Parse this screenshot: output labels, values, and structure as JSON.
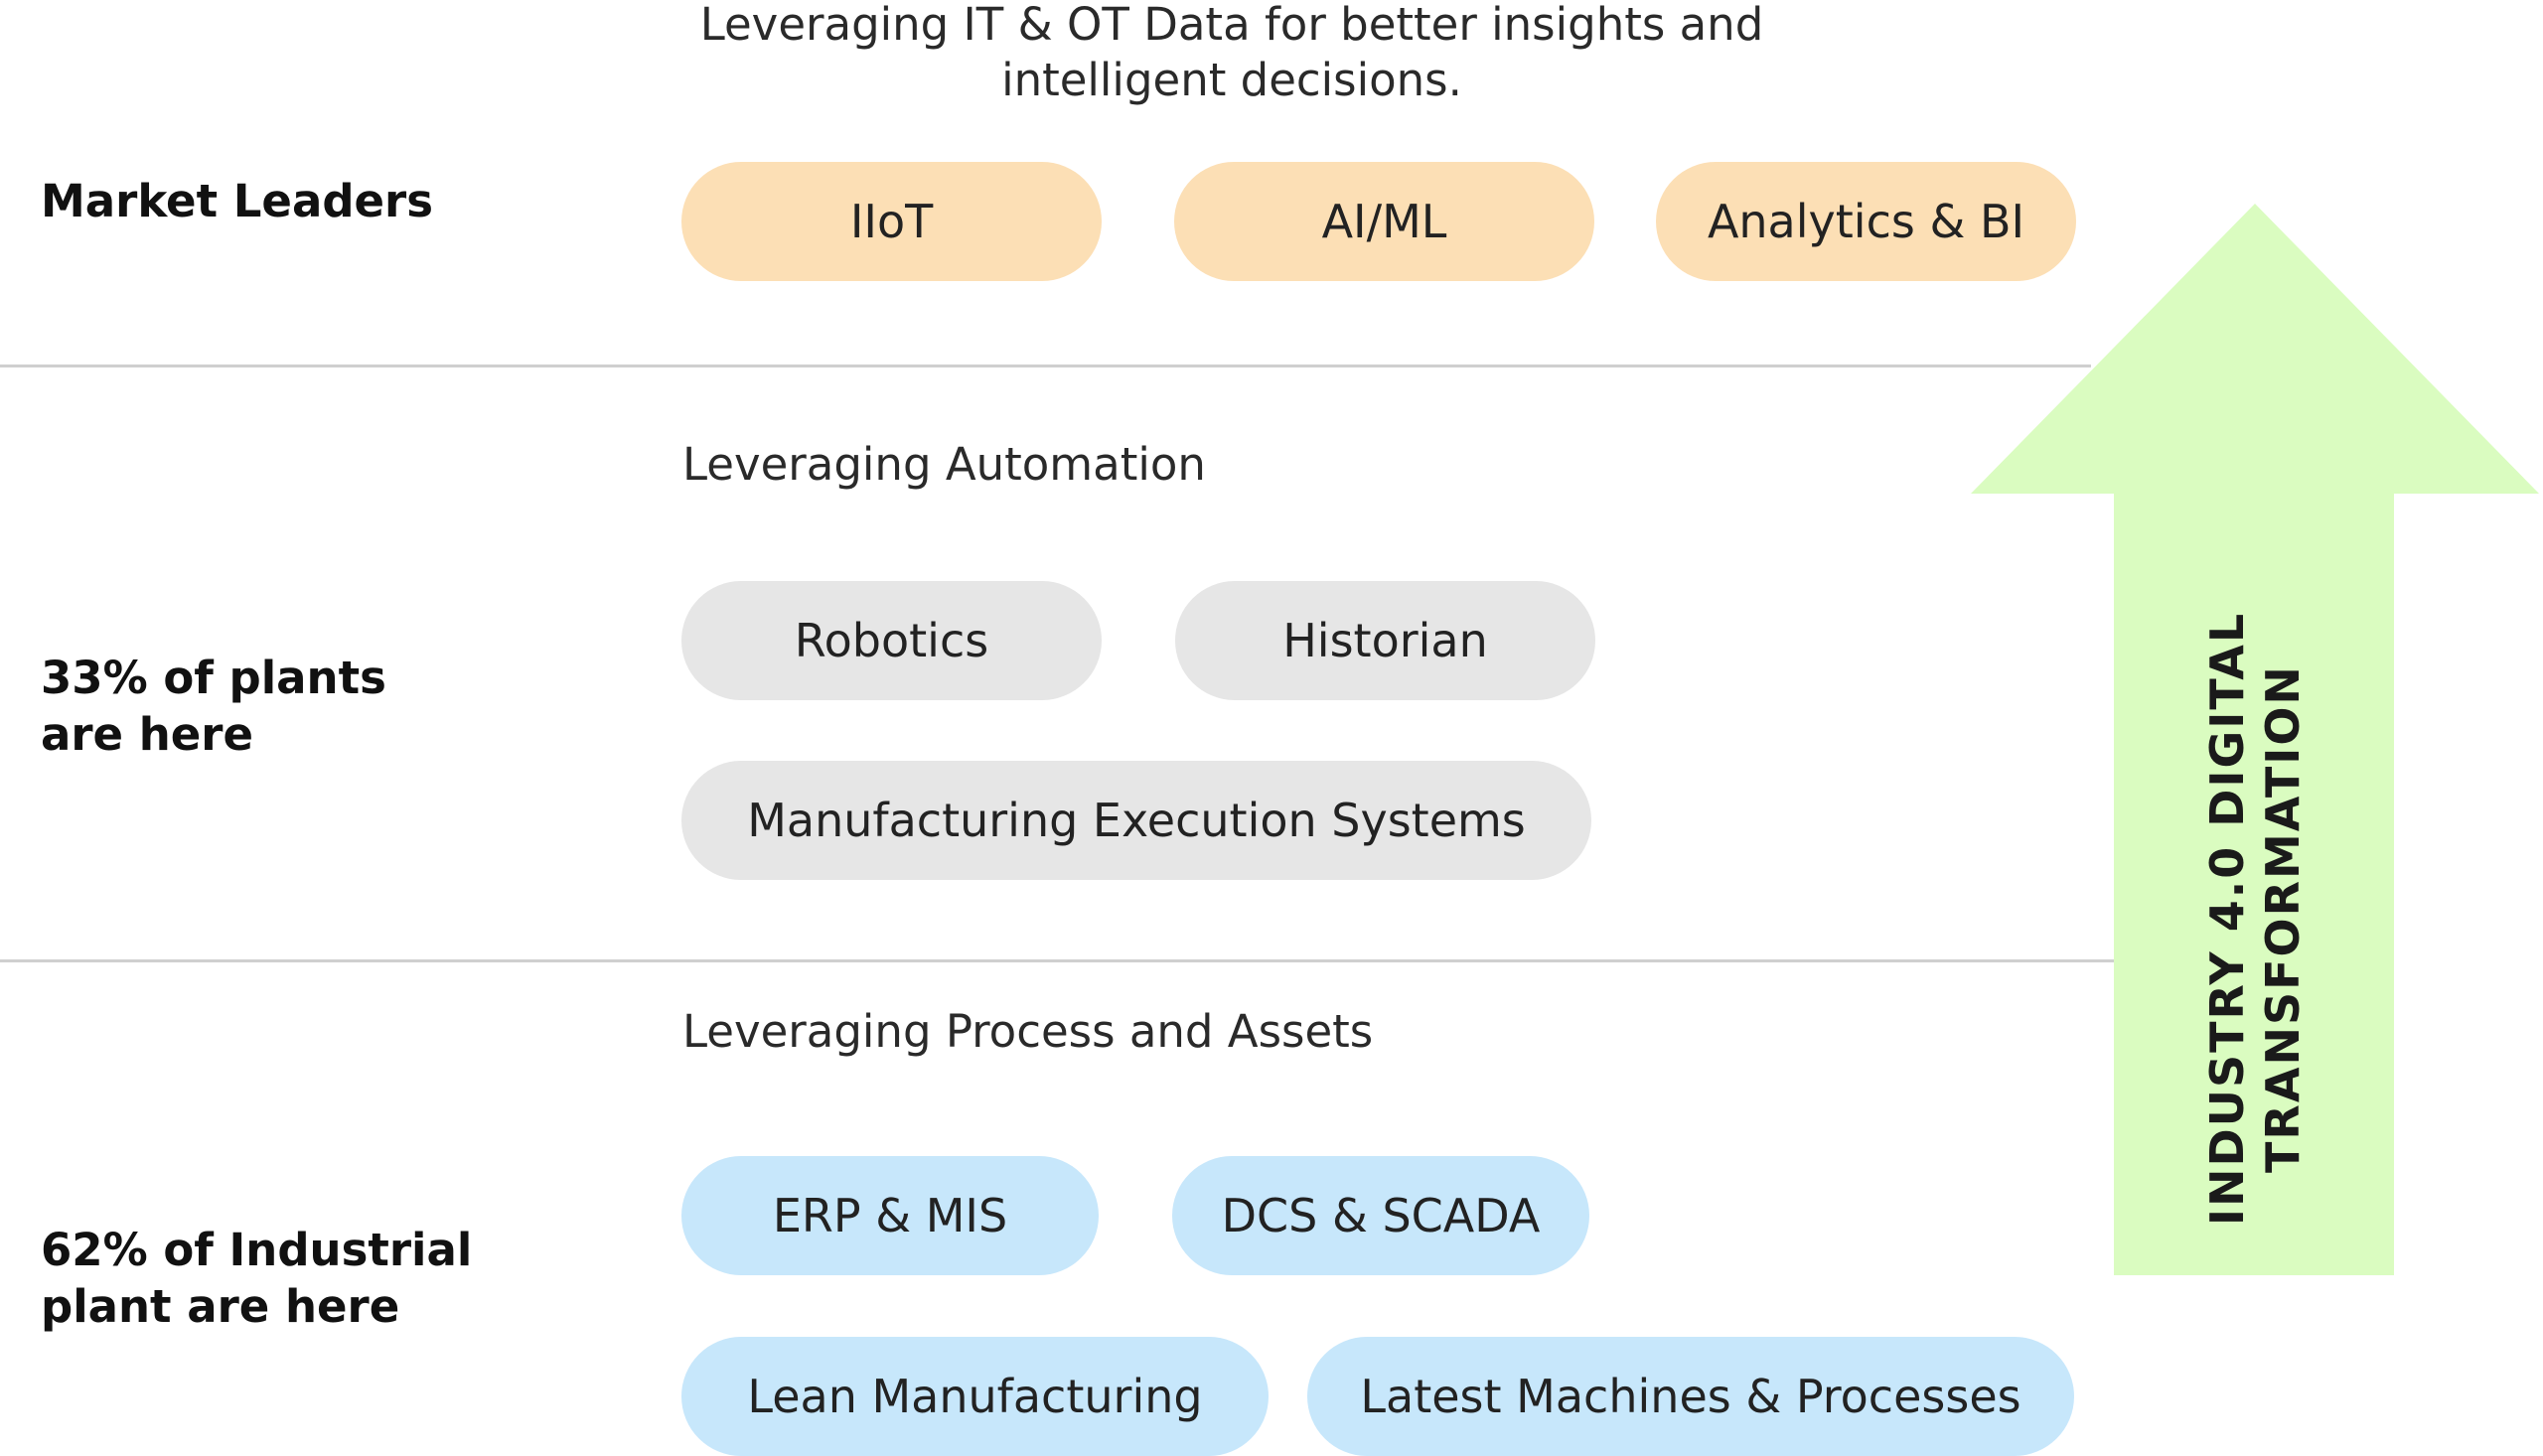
{
  "colors": {
    "top_pill": "#FCDFB5",
    "middle_pill": "#E6E6E6",
    "bottom_pill": "#C7E7FB",
    "arrow": "#DAFCC0",
    "divider": "#CFCFCF"
  },
  "tiers": {
    "market_leaders": {
      "label": "Market Leaders",
      "title_line1": "Leveraging IT & OT Data for better insights and",
      "title_line2": "intelligent decisions.",
      "items": [
        "IIoT",
        "AI/ML",
        "Analytics & BI"
      ]
    },
    "automation": {
      "label_line1": "33% of plants",
      "label_line2": "are here",
      "title": "Leveraging Automation",
      "items": [
        "Robotics",
        "Historian",
        "Manufacturing Execution Systems"
      ]
    },
    "process": {
      "label_line1": "62% of Industrial",
      "label_line2": "plant are here",
      "title": "Leveraging Process and Assets",
      "items": [
        "ERP & MIS",
        "DCS & SCADA",
        "Lean Manufacturing",
        "Latest Machines & Processes"
      ]
    }
  },
  "arrow": {
    "line1": "INDUSTRY 4.0 DIGITAL",
    "line2": "TRANSFORMATION",
    "icon": "up-arrow"
  }
}
